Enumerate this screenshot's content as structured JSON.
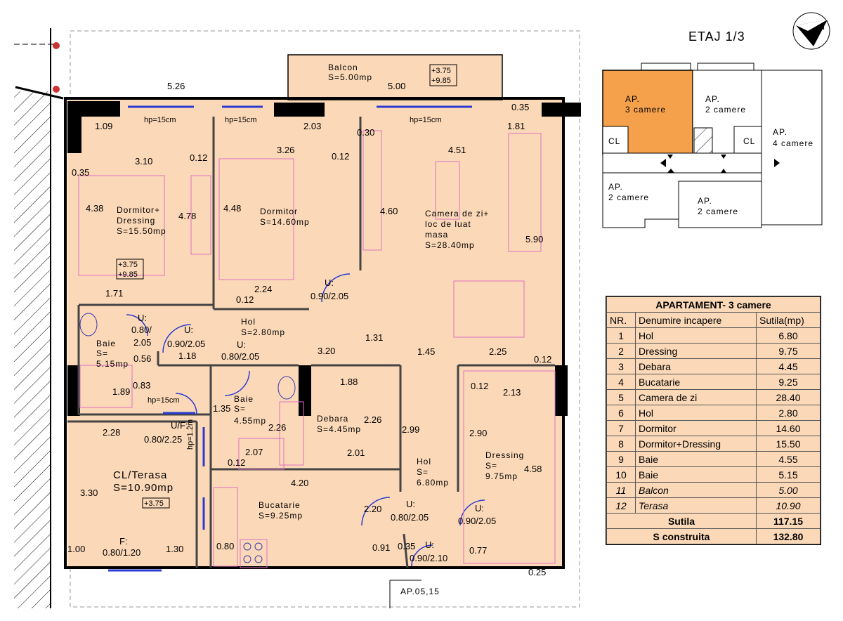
{
  "floor": {
    "label": "ETAJ 1/3"
  },
  "compass": {
    "north": "N"
  },
  "plan": {
    "rooms": {
      "balcon": {
        "name": "Balcon",
        "area": "S=5.00mp",
        "levels": [
          "+3.75",
          "+9.85"
        ]
      },
      "dormitor_dressing": {
        "name1": "Dormitor+",
        "name2": "Dressing",
        "area": "S=15.50mp",
        "levels": [
          "+3.75",
          "+9.85"
        ]
      },
      "dormitor": {
        "name": "Dormitor",
        "area": "S=14.60mp"
      },
      "camera_zi": {
        "name1": "Camera de zi+",
        "name2": "loc de luat",
        "name3": "masa",
        "area": "S=28.40mp"
      },
      "hol_mic": {
        "name": "Hol",
        "area": "S=2.80mp"
      },
      "baie_stanga": {
        "name": "Baie",
        "area1": "S=",
        "area2": "5.15mp"
      },
      "baie_centru": {
        "name": "Baie",
        "area1": "S=",
        "area2": "4.55mp"
      },
      "debara": {
        "name": "Debara",
        "area": "S=4.45mp"
      },
      "hol_mare": {
        "name": "Hol",
        "area1": "S=",
        "area2": "6.80mp"
      },
      "dressing": {
        "name": "Dressing",
        "area1": "S=",
        "area2": "9.75mp"
      },
      "terasa": {
        "name": "CL/Terasa",
        "area": "S=10.90mp",
        "level": "+3.75"
      },
      "bucatarie": {
        "name": "Bucatarie",
        "area": "S=9.25mp"
      }
    },
    "window_labels": {
      "hp15": "hp=15cm",
      "hp12": "hp=1.2m"
    },
    "dimensions": [
      "5.26",
      "5.00",
      "0.35",
      "1.09",
      "2.03",
      "0.30",
      "1.81",
      "3.10",
      "0.12",
      "3.26",
      "0.12",
      "4.51",
      "0.35",
      "4.38",
      "4.78",
      "4.48",
      "4.60",
      "5.90",
      "2.24",
      "0.12",
      "1.71",
      "0.90/2.05",
      "1.31",
      "0.80/",
      "2.05",
      "0.90/2.05",
      "0.80/2.05",
      "3.20",
      "1.45",
      "2.25",
      "0.12",
      "0.56",
      "1.18",
      "1.88",
      "0.12",
      "2.13",
      "1.89",
      "0.83",
      "1.35",
      "2.26",
      "2.26",
      "2.99",
      "2.90",
      "2.28",
      "0.80/2.25",
      "2.07",
      "2.01",
      "0.12",
      "4.58",
      "4.20",
      "3.30",
      "2.20",
      "0.80/2.05",
      "0.90/2.05",
      "1.00",
      "1.30",
      "0.80",
      "0.91",
      "0.35",
      "0.77",
      "0.80/1.20",
      "0.90/2.10",
      "0.25"
    ],
    "door_labels": {
      "u": "U:",
      "uf": "U/F:",
      "f": "F:"
    },
    "apartment_code": "AP.05,15"
  },
  "key_plan": {
    "units": [
      {
        "l1": "AP.",
        "l2": "3 camere"
      },
      {
        "l1": "AP.",
        "l2": "2 camere"
      },
      {
        "l1": "AP.",
        "l2": "4 camere"
      },
      {
        "l1": "AP.",
        "l2": "2 camere"
      },
      {
        "l1": "AP.",
        "l2": "2 camere"
      }
    ],
    "cl_labels": [
      "CL",
      "CL"
    ],
    "highlight_color": "#f5a04a"
  },
  "legend": {
    "title": "APARTAMENT- 3 camere",
    "headers": [
      "NR.",
      "Denumire incapere",
      "Sutila(mp)"
    ],
    "rows": [
      {
        "nr": "1",
        "name": "Hol",
        "area": "6.80"
      },
      {
        "nr": "2",
        "name": "Dressing",
        "area": "9.75"
      },
      {
        "nr": "3",
        "name": "Debara",
        "area": "4.45"
      },
      {
        "nr": "4",
        "name": "Bucatarie",
        "area": "9.25"
      },
      {
        "nr": "5",
        "name": "Camera de zi",
        "area": "28.40"
      },
      {
        "nr": "6",
        "name": "Hol",
        "area": "2.80"
      },
      {
        "nr": "7",
        "name": "Dormitor",
        "area": "14.60"
      },
      {
        "nr": "8",
        "name": "Dormitor+Dressing",
        "area": "15.50"
      },
      {
        "nr": "9",
        "name": "Baie",
        "area": "4.55"
      },
      {
        "nr": "10",
        "name": "Baie",
        "area": "5.15"
      }
    ],
    "italic_rows": [
      {
        "nr": "11",
        "name": "Balcon",
        "area": "5.00"
      },
      {
        "nr": "12",
        "name": "Terasa",
        "area": "10.90"
      }
    ],
    "totals": [
      {
        "label": "Sutila",
        "value": "117.15"
      },
      {
        "label": "S construita",
        "value": "132.80"
      }
    ]
  },
  "colors": {
    "floor_fill": "#fbd9b8",
    "wall": "#000000",
    "window": "#2b3bd0",
    "furniture": "#e070c0"
  }
}
